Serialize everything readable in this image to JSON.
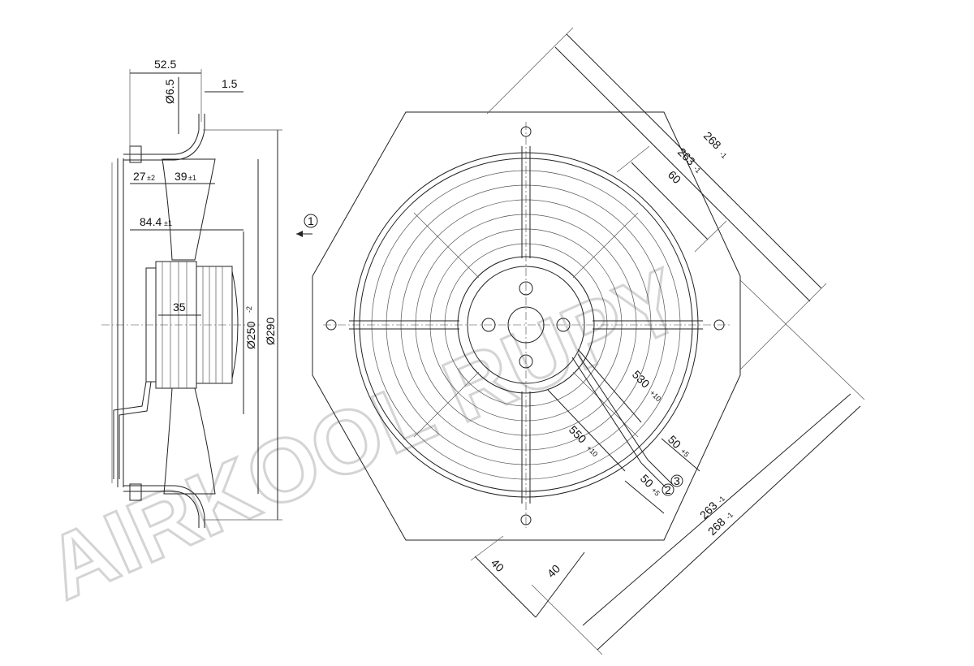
{
  "watermark": "AIRKOOL RUPY",
  "side_view": {
    "dims": {
      "d525": "52.5",
      "d65": "Ø6.5",
      "d15": "1.5",
      "d27": "27",
      "d27tol": "±2",
      "d39": "39",
      "d39tol": "±1",
      "d844": "84.4",
      "d844tol": "±1",
      "d35": "35",
      "d250": "Ø250",
      "d250tol": "-2",
      "d290": "Ø290"
    },
    "airflow_marker": "1"
  },
  "front_view": {
    "dims": {
      "d268a": "268",
      "d268atol": "-1",
      "d263a": "263",
      "d263atol": "-1",
      "d60": "60",
      "d530": "530",
      "d530tol": "+10",
      "d550": "550",
      "d550tol": "+10",
      "d505a": "50",
      "d505atol": "+5",
      "d505b": "50",
      "d505btol": "+5",
      "d263b": "263",
      "d263btol": "-1",
      "d268b": "268",
      "d268btol": "-1",
      "d40a": "40",
      "d40b": "40"
    },
    "markers": {
      "m2": "2",
      "m3": "3"
    }
  }
}
